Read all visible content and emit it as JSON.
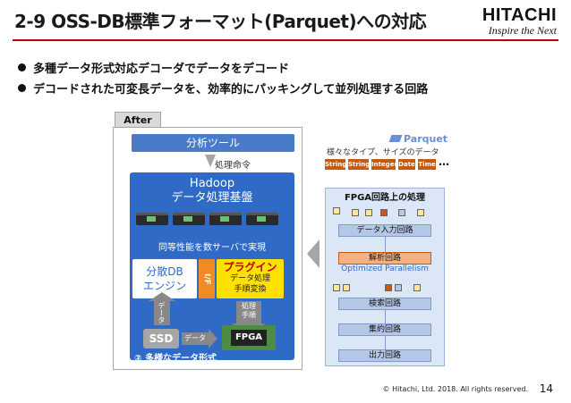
{
  "header": {
    "title": "2-9 OSS-DB標準フォーマット(Parquet)への対応",
    "logo_name": "HITACHI",
    "logo_tagline": "Inspire the Next"
  },
  "bullets": [
    "多種データ形式対応デコーダでデータをデコード",
    "デコードされた可変長データを、効率的にパッキングして並列処理する回路"
  ],
  "left_panel": {
    "tab": "After",
    "analysis_tool": "分析ツール",
    "command_label": "処理命令",
    "hadoop_title_1": "Hadoop",
    "hadoop_title_2": "データ処理基盤",
    "same_perf": "同等性能を数サーバで実現",
    "db_engine_1": "分散DB",
    "db_engine_2": "エンジン",
    "if_label": "I/F",
    "plugin_title": "プラグイン",
    "plugin_sub_1": "データ処理",
    "plugin_sub_2": "手順変換",
    "data_up_label": "データ",
    "proc_label_1": "処理",
    "proc_label_2": "手順",
    "ssd_label": "SSD",
    "data_arrow_label": "データ",
    "fpga_label": "FPGA",
    "multi_label": "② 多様なデータ形式"
  },
  "right_panel": {
    "parquet_logo": "Parquet",
    "types_label": "様々なタイプ、サイズのデータ",
    "type_chips": [
      "String",
      "String",
      "Integer",
      "Date",
      "Time"
    ],
    "ellipsis": "…",
    "fpga_title": "FPGA回路上の処理",
    "circuits": {
      "data_input": "データ入力回路",
      "parse": "解析回路",
      "search": "検索回路",
      "aggregate": "集約回路",
      "output": "出力回路"
    },
    "optimized": "Optimized Parallelism"
  },
  "footer": {
    "copyright": "© Hitachi, Ltd. 2018. All rights reserved.",
    "page_number": "14"
  },
  "colors": {
    "accent_red": "#c00000",
    "hadoop_blue": "#2e6ac6",
    "plugin_yellow": "#ffe100",
    "if_orange": "#f08a24",
    "type_orange": "#c55a11",
    "fpga_panel_bg": "#dbe7f7"
  }
}
